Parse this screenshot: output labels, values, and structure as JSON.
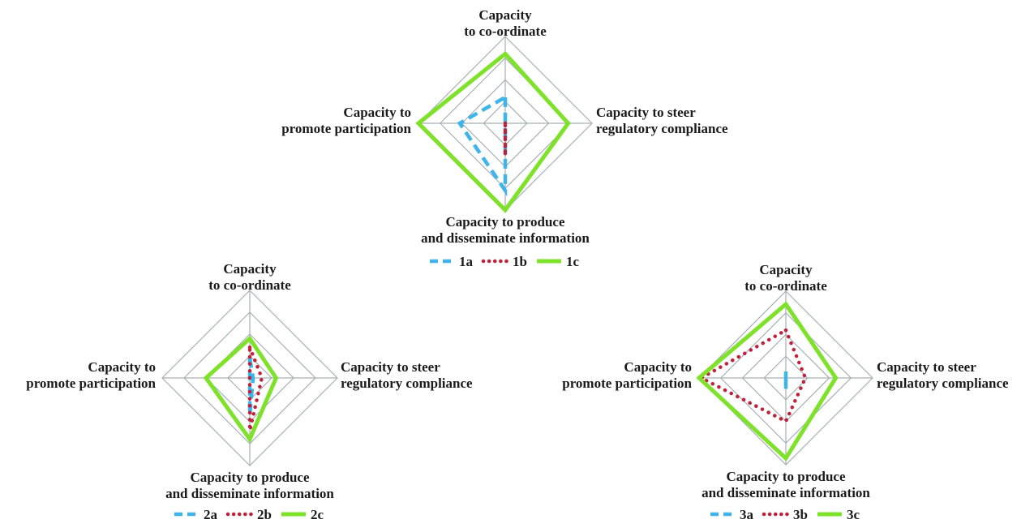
{
  "chart_data": [
    {
      "type": "radar",
      "axes": [
        "Capacity to co-ordinate",
        "Capacity to steer regulatory compliance",
        "Capacity to produce and disseminate information",
        "Capacity to promote participation"
      ],
      "axis_label_lines": [
        [
          "Capacity",
          "to co-ordinate"
        ],
        [
          "Capacity to steer",
          "regulatory compliance"
        ],
        [
          "Capacity to produce",
          "and disseminate information"
        ],
        [
          "Capacity to",
          "promote participation"
        ]
      ],
      "range": [
        0,
        4
      ],
      "rings": 4,
      "series": [
        {
          "name": "1a",
          "style": "dashed",
          "color": "#3db4ea",
          "values": [
            1.2,
            0,
            3.1,
            2.1
          ]
        },
        {
          "name": "1b",
          "style": "dotted",
          "color": "#c0213a",
          "values": [
            0,
            0,
            1.5,
            0
          ]
        },
        {
          "name": "1c",
          "style": "solid",
          "color": "#7ee22a",
          "values": [
            3.2,
            2.9,
            4.0,
            4.0
          ]
        }
      ]
    },
    {
      "type": "radar",
      "axes": [
        "Capacity to co-ordinate",
        "Capacity to steer regulatory compliance",
        "Capacity to produce and disseminate information",
        "Capacity to promote participation"
      ],
      "axis_label_lines": [
        [
          "Capacity",
          "to co-ordinate"
        ],
        [
          "Capacity to steer",
          "regulatory compliance"
        ],
        [
          "Capacity to produce",
          "and disseminate information"
        ],
        [
          "Capacity to",
          "promote participation"
        ]
      ],
      "range": [
        0,
        4
      ],
      "rings": 4,
      "series": [
        {
          "name": "2a",
          "style": "dashed",
          "color": "#3db4ea",
          "values": [
            0.9,
            0.15,
            1.7,
            0
          ]
        },
        {
          "name": "2b",
          "style": "dotted",
          "color": "#c0213a",
          "values": [
            1.4,
            0.55,
            2.4,
            0
          ]
        },
        {
          "name": "2c",
          "style": "solid",
          "color": "#7ee22a",
          "values": [
            1.8,
            1.2,
            2.8,
            2.0
          ]
        }
      ]
    },
    {
      "type": "radar",
      "axes": [
        "Capacity to co-ordinate",
        "Capacity to steer regulatory compliance",
        "Capacity to produce and disseminate information",
        "Capacity to promote participation"
      ],
      "axis_label_lines": [
        [
          "Capacity",
          "to co-ordinate"
        ],
        [
          "Capacity to steer",
          "regulatory compliance"
        ],
        [
          "Capacity to produce",
          "and disseminate information"
        ],
        [
          "Capacity to",
          "promote participation"
        ]
      ],
      "range": [
        0,
        4
      ],
      "rings": 4,
      "series": [
        {
          "name": "3a",
          "style": "dashed",
          "color": "#3db4ea",
          "values": [
            0.3,
            0,
            0.5,
            0
          ]
        },
        {
          "name": "3b",
          "style": "dotted",
          "color": "#c0213a",
          "values": [
            2.2,
            0.9,
            2.0,
            3.9
          ]
        },
        {
          "name": "3c",
          "style": "solid",
          "color": "#7ee22a",
          "values": [
            3.4,
            2.3,
            3.7,
            4.0
          ]
        }
      ]
    }
  ]
}
